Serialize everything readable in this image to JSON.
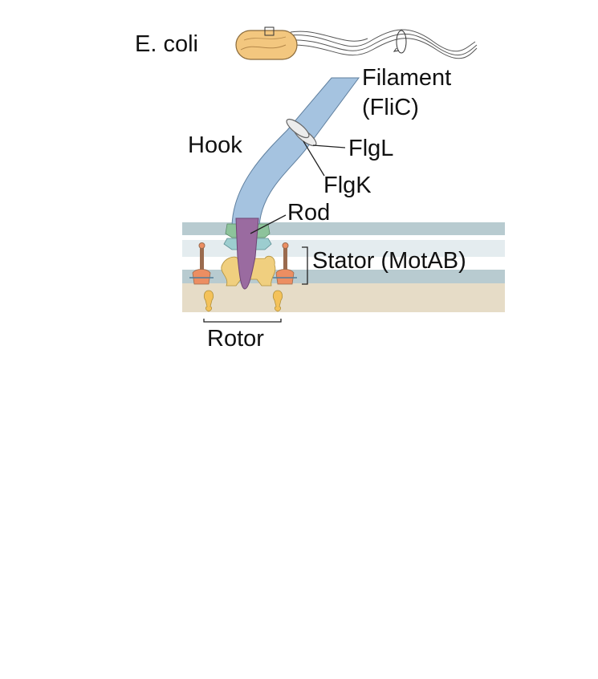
{
  "labels": {
    "organism": "E. coli",
    "filament_line1": "Filament",
    "filament_line2": "(FliC)",
    "hook": "Hook",
    "flgl": "FlgL",
    "flgk": "FlgK",
    "rod": "Rod",
    "stator": "Stator (MotAB)",
    "rotor": "Rotor"
  },
  "colors": {
    "cell_body": "#f3c77f",
    "cell_outline": "#8a6a3a",
    "filament": "#a5c3e0",
    "filament_outline": "#5f7f9e",
    "rod": "#9a6ba0",
    "outer_membrane": "#b8cbd0",
    "peptidoglycan_gap": "#e4ecef",
    "inner_membrane": "#b8cbd0",
    "cytoplasm": "#e6dcc7",
    "l_ring": "#8dc39b",
    "p_ring": "#9ccdcf",
    "ms_c_ring": "#f0cf7f",
    "mota_motb": "#ec8e62",
    "stator_stalk": "#9a6b4e",
    "c_ring_post": "#f4c25a"
  }
}
